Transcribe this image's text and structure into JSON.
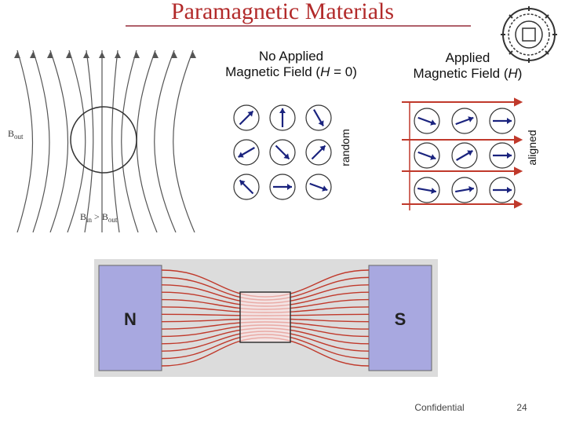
{
  "slide": {
    "title": "Paramagnetic Materials",
    "footer_left": "Confidential",
    "page_number": "24"
  },
  "left_diagram": {
    "label_outer": "B",
    "label_outer_sub": "out",
    "label_inner": "B",
    "label_inner_sub": "in",
    "relation": ">",
    "label_outer2": "B",
    "label_outer2_sub": "out"
  },
  "random_panel": {
    "caption_line1": "No Applied",
    "caption_line2_prefix": "Magnetic Field (",
    "caption_line2_var": "H",
    "caption_line2_suffix": " = 0)",
    "side_label": "random",
    "arrow_angles_deg": [
      45,
      90,
      -60,
      210,
      -45,
      45,
      135,
      0,
      -20
    ]
  },
  "aligned_panel": {
    "caption_line1": "Applied",
    "caption_line2_prefix": "Magnetic Field (",
    "caption_line2_var": "H",
    "caption_line2_suffix": ")",
    "side_label": "aligned",
    "arrow_angles_deg": [
      -20,
      20,
      0,
      -20,
      30,
      0,
      -10,
      10,
      0
    ]
  },
  "magnet": {
    "pole_left": "N",
    "pole_right": "S"
  },
  "colors": {
    "title": "#b22a2a",
    "arrow": "#1a237e",
    "field_line_red": "#c0392b",
    "pole_fill": "#a8a8e0"
  }
}
